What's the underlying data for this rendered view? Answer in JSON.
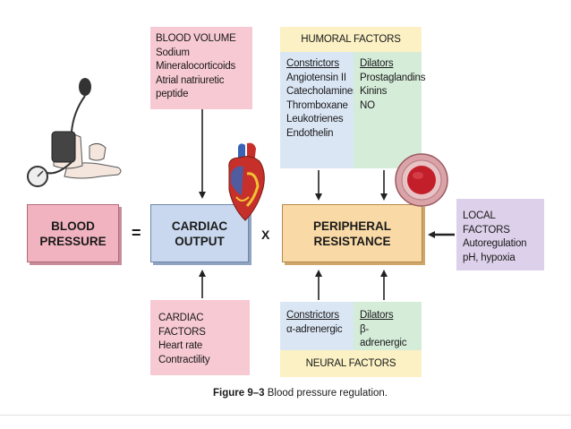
{
  "blood_volume": {
    "title": "BLOOD VOLUME",
    "items": [
      "Sodium",
      "Mineralocorticoids",
      "Atrial natriuretic peptide"
    ]
  },
  "humoral": {
    "title": "HUMORAL FACTORS",
    "constrictors_label": "Constrictors",
    "constrictors": [
      "Angiotensin II",
      "Catecholamines",
      "Thromboxane",
      "Leukotrienes",
      "Endothelin"
    ],
    "dilators_label": "Dilators",
    "dilators": [
      "Prostaglandins",
      "Kinins",
      "NO"
    ]
  },
  "blood_pressure": {
    "line1": "BLOOD",
    "line2": "PRESSURE"
  },
  "equals": "=",
  "cardiac_output": {
    "line1": "CARDIAC",
    "line2": "OUTPUT"
  },
  "times": "X",
  "peripheral_resistance": {
    "line1": "PERIPHERAL",
    "line2": "RESISTANCE"
  },
  "local_factors": {
    "title": "LOCAL FACTORS",
    "items": [
      "Autoregulation",
      "pH, hypoxia"
    ]
  },
  "cardiac_factors": {
    "title": "CARDIAC FACTORS",
    "items": [
      "Heart rate",
      "Contractility"
    ]
  },
  "neural": {
    "title": "NEURAL FACTORS",
    "constrictors_label": "Constrictors",
    "constrictors": [
      "α-adrenergic"
    ],
    "dilators_label": "Dilators",
    "dilators": [
      "β-adrenergic"
    ]
  },
  "caption": {
    "figure": "Figure 9–3",
    "text": "Blood pressure regulation."
  },
  "icons": [
    "blood-pressure-cuff-icon",
    "heart-icon",
    "blood-vessel-icon"
  ],
  "colors": {
    "pink": "#f7c9d2",
    "yellow": "#fbf1c4",
    "blue": "#dbe6f5",
    "green": "#d5ecd9",
    "purple": "#ddd0ea",
    "main_pink": "#f2b3c0",
    "main_blue": "#c9d8ee",
    "main_orange": "#f9d9a6"
  }
}
